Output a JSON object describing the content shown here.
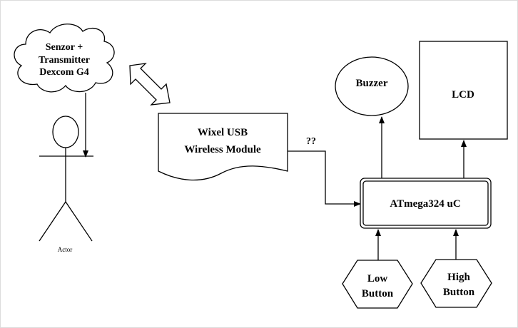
{
  "diagram": {
    "sensor": {
      "line1": "Senzor +",
      "line2": "Transmitter",
      "line3": "Dexcom G4"
    },
    "actor": {
      "label": "Actor"
    },
    "wixel": {
      "line1": "Wixel USB",
      "line2": "Wireless Module"
    },
    "link_label": "??",
    "buzzer": {
      "label": "Buzzer"
    },
    "lcd": {
      "label": "LCD"
    },
    "mcu": {
      "label": "ATmega324 uC"
    },
    "low_button": {
      "line1": "Low",
      "line2": "Button"
    },
    "high_button": {
      "line1": "High",
      "line2": "Button"
    }
  }
}
